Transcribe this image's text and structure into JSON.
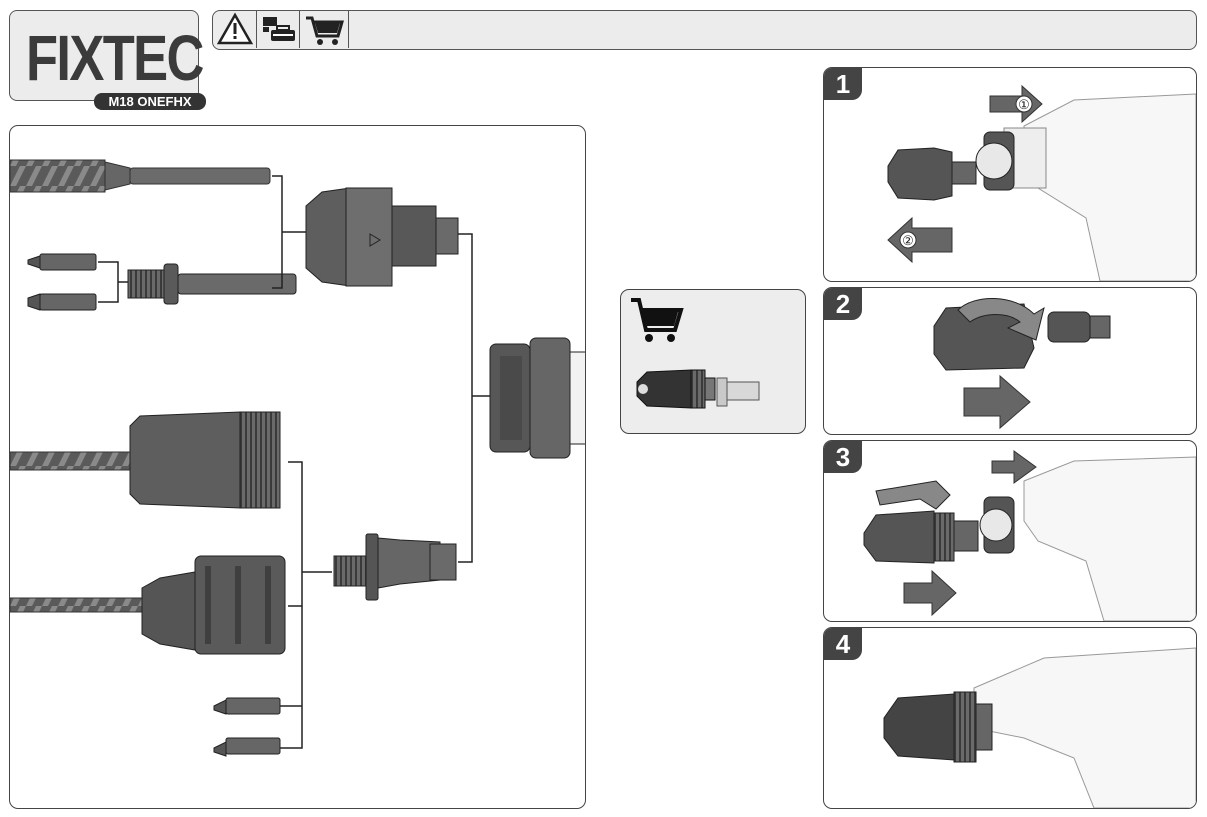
{
  "header": {
    "brand": "FIXTEC",
    "model": "M18 ONEFHX",
    "icons": [
      "warning-icon",
      "tool-case-icon",
      "shopping-cart-icon"
    ]
  },
  "accessory_panel": {
    "icon": "shopping-cart-icon"
  },
  "steps": [
    {
      "number": "1",
      "arrow_labels": [
        "①",
        "②"
      ]
    },
    {
      "number": "2"
    },
    {
      "number": "3"
    },
    {
      "number": "4"
    }
  ]
}
